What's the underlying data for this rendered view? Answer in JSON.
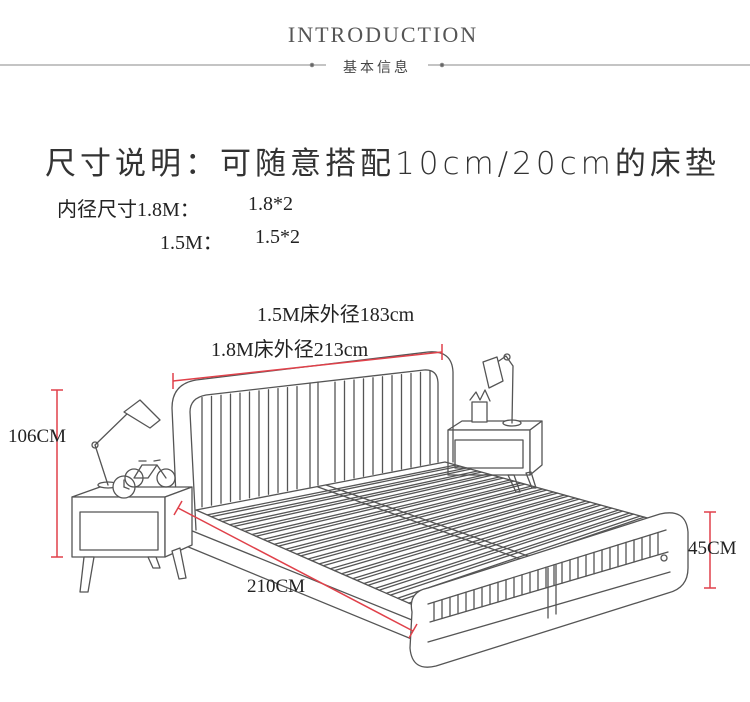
{
  "header": {
    "title": "INTRODUCTION",
    "subtitle": "基本信息"
  },
  "heading": {
    "label": "尺寸说明：",
    "text": "可随意搭配10cm/20cm的床垫"
  },
  "specs": [
    {
      "label": "内径尺寸1.8M：",
      "value": "1.8*2"
    },
    {
      "label": "1.5M：",
      "value": "1.5*2"
    }
  ],
  "dimensions": {
    "outer_15": "1.5M床外径183cm",
    "outer_18": "1.8M床外径213cm",
    "height": "106CM",
    "length": "210CM",
    "bed_height": "45CM"
  },
  "colors": {
    "accent": "#e0414a",
    "sketch": "#555555"
  }
}
